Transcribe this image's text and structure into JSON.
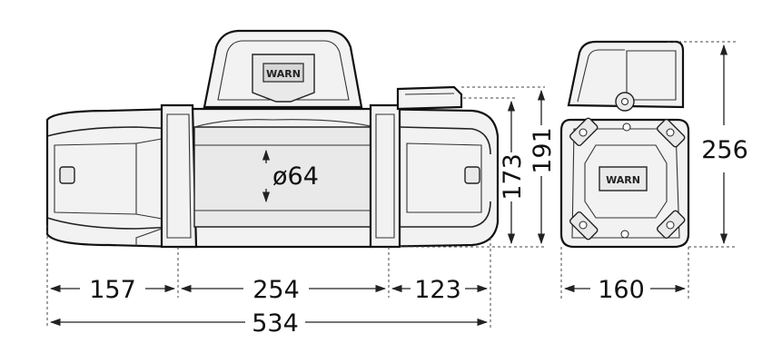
{
  "dimensions": {
    "left_end": "157",
    "drum_length": "254",
    "right_end": "123",
    "overall_length": "534",
    "drum_diameter": "ø64",
    "height_173": "173",
    "height_191": "191",
    "side_height": "256",
    "side_width": "160"
  },
  "logo_text": "WARN"
}
